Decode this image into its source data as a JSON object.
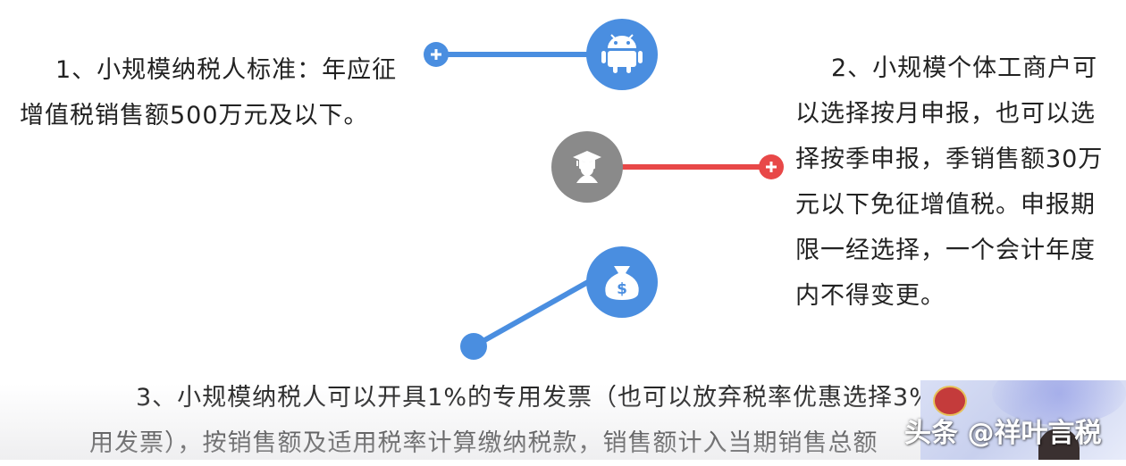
{
  "points": {
    "p1": {
      "line1": "1、小规模纳税人标准：年应征",
      "line2": "增值税销售额500万元及以下。"
    },
    "p2": {
      "line1": "2、小规模个体工商户可",
      "line2": "以选择按月申报，也可以选",
      "line3": "择按季申报，季销售额30万",
      "line4": "元以下免征增值税。申报期",
      "line5": "限一经选择，一个会计年度",
      "line6": "内不得变更。"
    },
    "p3": {
      "line1": "3、小规模纳税人可以开具1%的专用发票（也可以放弃税率优惠选择3%",
      "line2": "用发票），按销售额及适用税率计算缴纳税款，销售额计入当期销售总额"
    }
  },
  "icons": {
    "top": "android-icon",
    "middle": "graduate-icon",
    "bottom": "money-bag-icon"
  },
  "colors": {
    "blue": "#4a8ee0",
    "red": "#e84848",
    "gray": "#8a8a8a"
  },
  "watermark": {
    "text": "头条 @祥叶言税"
  }
}
